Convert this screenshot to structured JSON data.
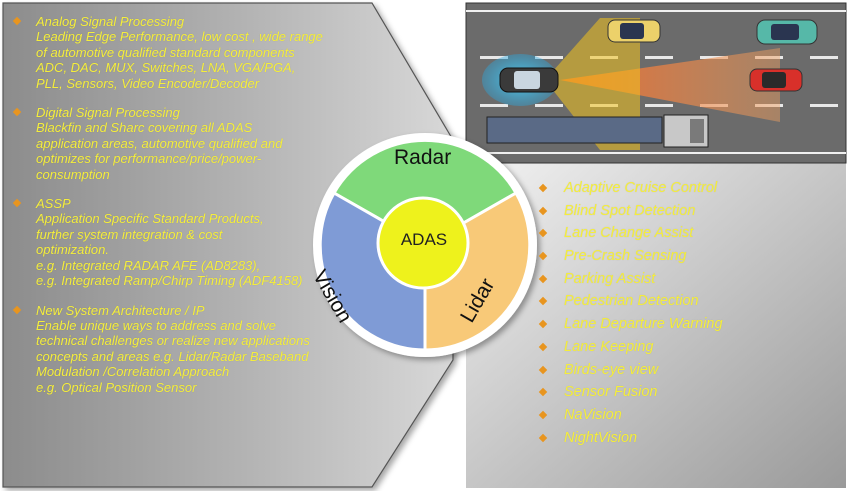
{
  "left_panel": {
    "items": [
      {
        "title": "Analog Signal Processing",
        "lines": [
          "Leading Edge Performance,  low cost ,  wide range",
          "of automotive qualified standard components",
          "ADC, DAC, MUX, Switches, LNA, VGA/PGA,",
          "PLL,  Sensors,  Video Encoder/Decoder"
        ]
      },
      {
        "title": "Digital Signal Processing",
        "lines": [
          "Blackfin and Sharc covering all  ADAS",
          "application areas, automotive qualified and",
          "optimizes  for  performance/price/power-",
          "consumption"
        ]
      },
      {
        "title": "ASSP",
        "lines": [
          "Application Specific Standard Products,",
          "further system integration & cost",
          "optimization.",
          "e.g. Integrated RADAR AFE (AD8283),",
          "e.g. Integrated Ramp/Chirp Timing (ADF4158)"
        ]
      },
      {
        "title": "New System Architecture / IP",
        "lines": [
          "Enable unique ways  to address and solve",
          "technical challenges or realize new applications",
          "concepts and areas   e.g.  Lidar/Radar Baseband",
          "Modulation /Correlation  Approach",
          "e.g. Optical Position Sensor"
        ]
      }
    ]
  },
  "wheel": {
    "center": "ADAS",
    "segments": {
      "top": "Radar",
      "left": "Vision",
      "right": "Lidar"
    }
  },
  "right_panel": {
    "items": [
      "Adaptive Cruise Control",
      "Blind Spot Detection",
      "Lane Change Assist",
      "Pre-Crash Sensing",
      "Parking Assist",
      "Pedestrian Detection",
      "Lane Departure Warning",
      "Lane Keeping",
      "Birds-eye view",
      "Sensor Fusion",
      "NaVision",
      "NightVision"
    ]
  },
  "colors": {
    "text_yellow": "#f5ee3c",
    "bullet_orange": "#e8951f",
    "radar_green": "#7fd97a",
    "vision_blue": "#7f9bd6",
    "lidar_orange": "#f8c978",
    "center_yellow": "#eef21a"
  }
}
